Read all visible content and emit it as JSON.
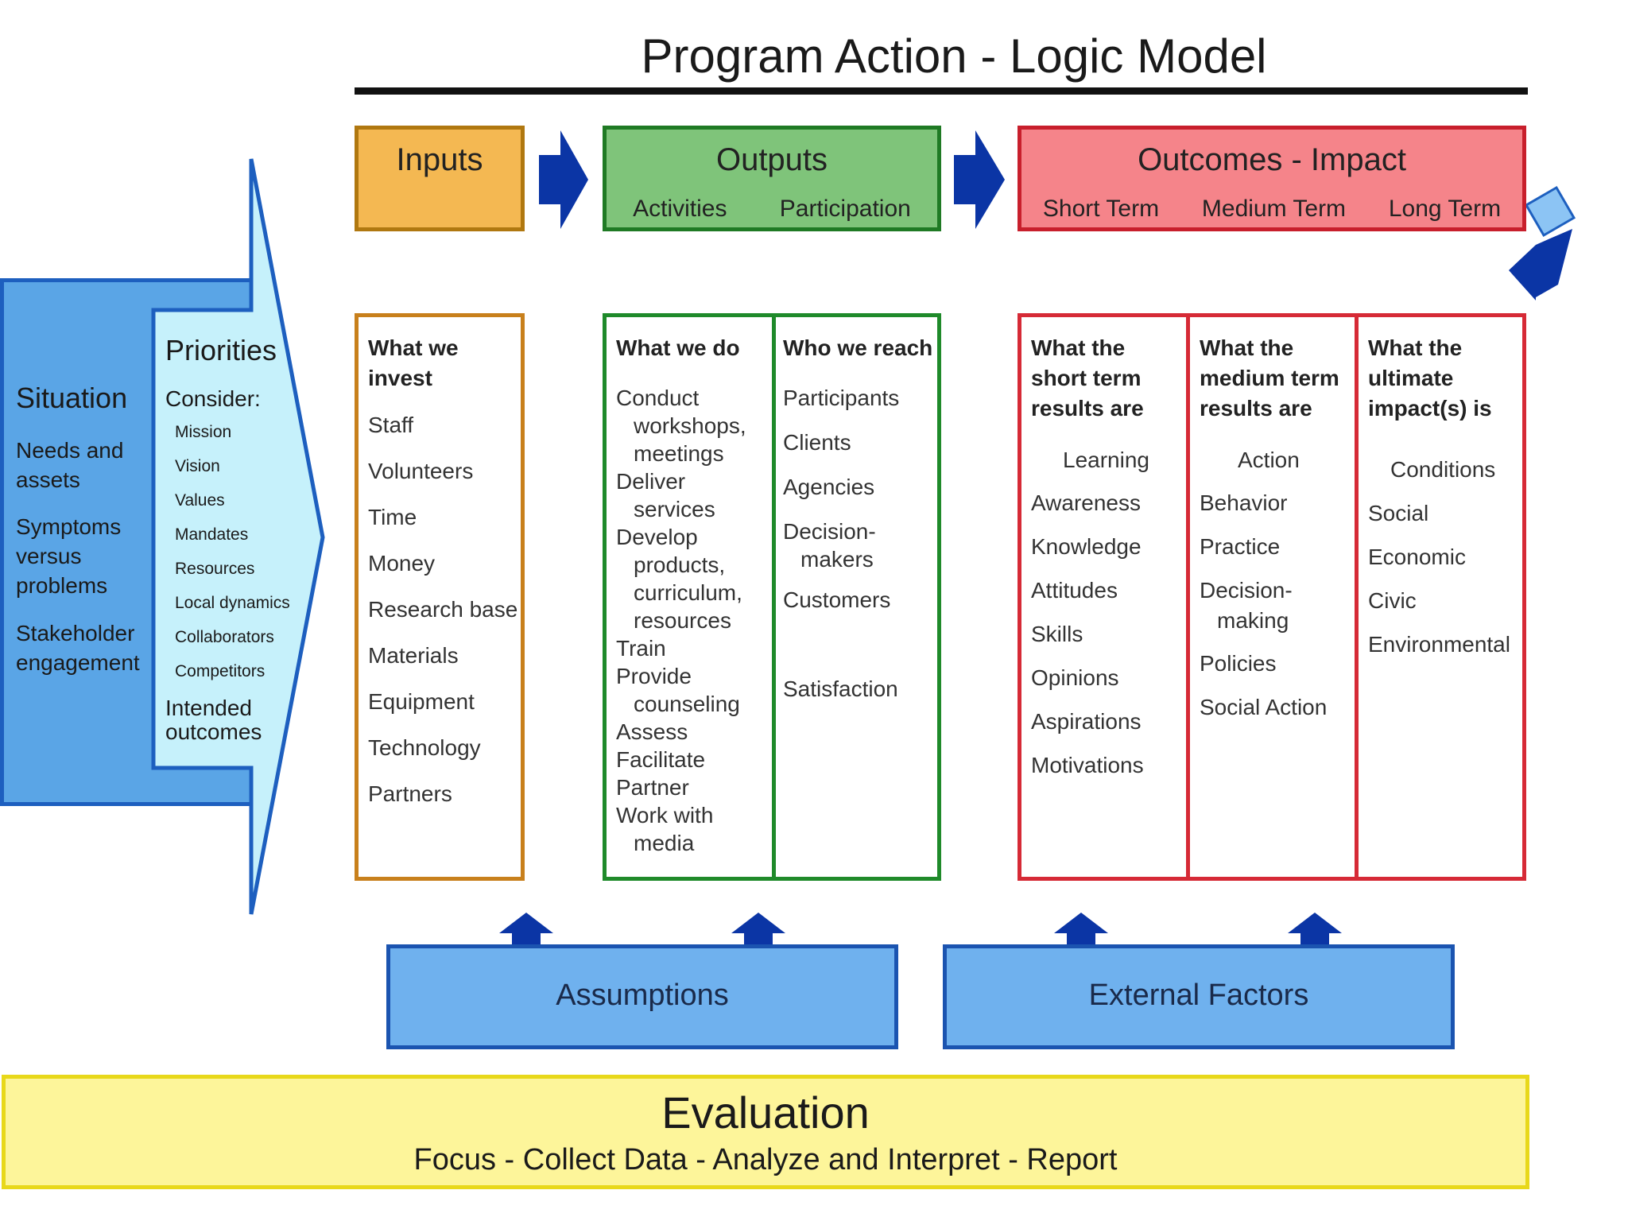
{
  "title": "Program Action - Logic Model",
  "colors": {
    "inputs": "#f4b852",
    "outputs": "#7fc47a",
    "outcomes": "#f5848a",
    "situation": "#5aa5e6",
    "priorities": "#c6f1fb",
    "evaluation": "#fdf59a",
    "arrow": "#0b35a5"
  },
  "situation": {
    "title": "Situation",
    "items": [
      "Needs and assets",
      "Symptoms versus problems",
      "Stakeholder engagement"
    ]
  },
  "priorities": {
    "title": "Priorities",
    "consider": "Consider:",
    "items": [
      "Mission",
      "Vision",
      "Values",
      "Mandates",
      "Resources",
      "Local dynamics",
      "Collaborators",
      "Competitors"
    ],
    "intended": "Intended outcomes"
  },
  "inputs": {
    "label": "Inputs",
    "heading": "What we invest",
    "items": [
      "Staff",
      "Volunteers",
      "Time",
      "Money",
      "Research base",
      "Materials",
      "Equipment",
      "Technology",
      "Partners"
    ]
  },
  "outputs": {
    "label": "Outputs",
    "sub_activities": "Activities",
    "sub_participation": "Participation",
    "activities": {
      "heading": "What we do",
      "items": [
        "Conduct",
        "workshops,",
        "meetings",
        "Deliver",
        "services",
        "Develop",
        "products,",
        "curriculum,",
        "resources",
        "Train",
        "Provide",
        "counseling",
        "Assess",
        "Facilitate",
        "Partner",
        "Work with",
        "media"
      ]
    },
    "participation": {
      "heading": "Who we reach",
      "items": [
        "Participants",
        "Clients",
        "Agencies",
        "Decision-",
        "makers",
        "Customers",
        "Satisfaction"
      ]
    }
  },
  "outcomes": {
    "label": "Outcomes - Impact",
    "sub_short": "Short Term",
    "sub_medium": "Medium Term",
    "sub_long": "Long Term",
    "short": {
      "heading": "What the short term results are",
      "lead": "Learning",
      "items": [
        "Awareness",
        "Knowledge",
        "Attitudes",
        "Skills",
        "Opinions",
        "Aspirations",
        "Motivations"
      ]
    },
    "medium": {
      "heading": "What the medium term results are",
      "lead": "Action",
      "items": [
        "Behavior",
        "Practice",
        "Decision-",
        "making",
        "Policies",
        "Social Action"
      ]
    },
    "long": {
      "heading": "What the ultimate impact(s) is",
      "lead": "Conditions",
      "items": [
        "Social",
        "Economic",
        "Civic",
        "Environmental"
      ]
    }
  },
  "assumptions": "Assumptions",
  "external_factors": "External Factors",
  "evaluation": {
    "title": "Evaluation",
    "subtitle": "Focus - Collect Data - Analyze and Interpret - Report"
  }
}
